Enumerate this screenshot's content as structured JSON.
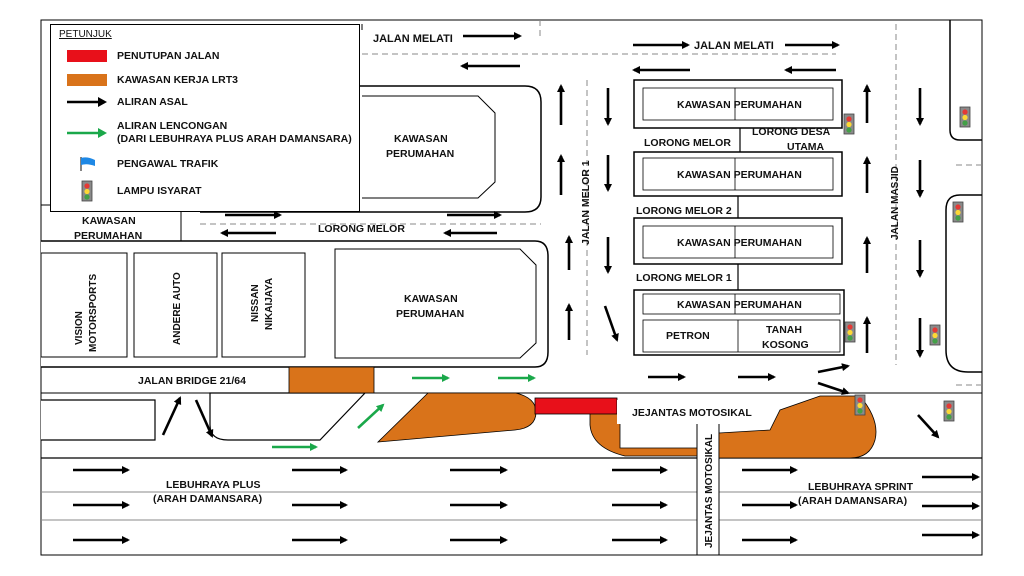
{
  "legend": {
    "title": "PETUNJUK",
    "items": [
      {
        "label": "PENUTUPAN JALAN",
        "symbol": "red-block"
      },
      {
        "label": "KAWASAN KERJA LRT3",
        "symbol": "orange-block"
      },
      {
        "label": "ALIRAN ASAL",
        "symbol": "black-arrow"
      },
      {
        "label": "ALIRAN LENCONGAN",
        "label2": "(DARI LEBUHRAYA PLUS ARAH DAMANSARA)",
        "symbol": "green-arrow"
      },
      {
        "label": "PENGAWAL TRAFIK",
        "symbol": "blue-flag"
      },
      {
        "label": "LAMPU ISYARAT",
        "symbol": "traffic-light"
      }
    ]
  },
  "roads": {
    "jalan_melati_left": "JALAN MELATI",
    "jalan_melati_right": "JALAN MELATI",
    "lorong_melor_top": "LORONG MELOR",
    "lorong_desa_utama_1": "LORONG DESA",
    "lorong_desa_utama_2": "UTAMA",
    "lorong_melor_left": "LORONG MELOR",
    "lorong_melor_2": "LORONG MELOR 2",
    "lorong_melor_1": "LORONG MELOR 1",
    "jalan_melor_1": "JALAN MELOR 1",
    "jalan_masjid": "JALAN MASJID",
    "jalan_bridge": "JALAN BRIDGE 21/64",
    "jejantas_motosikal_h": "JEJANTAS MOTOSIKAL",
    "jejantas_motosikal_v": "JEJANTAS MOTOSIKAL",
    "plus_1": "LEBUHRAYA PLUS",
    "plus_2": "(ARAH DAMANSARA)",
    "sprint_1": "LEBUHRAYA SPRINT",
    "sprint_2": "(ARAH DAMANSARA)"
  },
  "areas": {
    "kawasan_left_1": "KAWASAN",
    "kawasan_left_2": "PERUMAHAN",
    "kawasan_mid_1": "KAWASAN",
    "kawasan_mid_2": "PERUMAHAN",
    "kawasan_big_1": "KAWASAN",
    "kawasan_big_2": "PERUMAHAN",
    "vision_1": "VISION",
    "vision_2": "MOTORSPORTS",
    "andere": "ANDERE AUTO",
    "nissan_1": "NISSAN",
    "nissan_2": "NIKAIJAYA",
    "perumahan_row1": "KAWASAN PERUMAHAN",
    "perumahan_row2": "KAWASAN PERUMAHAN",
    "perumahan_row3": "KAWASAN PERUMAHAN",
    "perumahan_row4": "KAWASAN PERUMAHAN",
    "petron": "PETRON",
    "tanah_1": "TANAH",
    "tanah_2": "KOSONG"
  },
  "colors": {
    "closure": "#e8101a",
    "work_zone": "#d9731a",
    "normal_flow": "#000000",
    "diversion": "#1aa84a",
    "traffic_controller": "#1e88e5"
  }
}
